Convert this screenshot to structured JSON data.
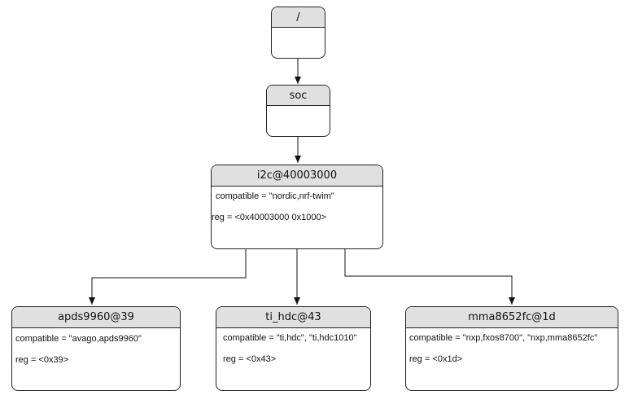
{
  "nodes": {
    "root": {
      "title": "/"
    },
    "soc": {
      "title": "soc"
    },
    "i2c": {
      "title": "i2c@40003000",
      "compatible": "compatible = \"nordic,nrf-twim\"",
      "reg": "reg = <0x40003000 0x1000>"
    },
    "apds": {
      "title": "apds9960@39",
      "compatible": "compatible = \"avago,apds9960\"",
      "reg": "reg = <0x39>"
    },
    "hdc": {
      "title": "ti_hdc@43",
      "compatible": "compatible = \"ti,hdc\", \"ti,hdc1010\"",
      "reg": "reg = <0x43>"
    },
    "mma": {
      "title": "mma8652fc@1d",
      "compatible": "compatible = \"nxp,fxos8700\", \"nxp,mma8652fc\"",
      "reg": "reg = <0x1d>"
    }
  },
  "colors": {
    "header": "#e0e0e0",
    "border": "#222222",
    "line": "#111111"
  }
}
